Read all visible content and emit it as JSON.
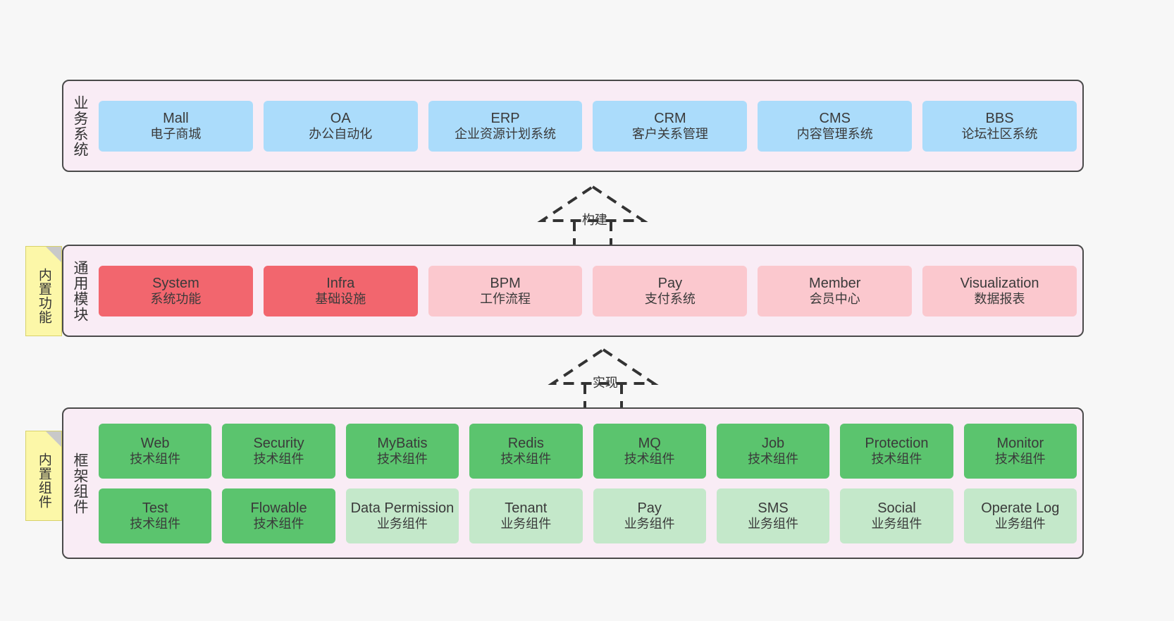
{
  "page": {
    "background_color": "#f7f7f7",
    "title": "系统架构图"
  },
  "palette": {
    "container_fill": "#f9ecf5",
    "container_border": "#4a4a4a",
    "blue": "#abdcfb",
    "coral": "#f2666e",
    "pink": "#fbc8ce",
    "green": "#5bc46e",
    "light_green": "#c4e8ca",
    "note_yellow": "#fcf7a8"
  },
  "layers": {
    "business": {
      "label": "业务系统",
      "cards": [
        {
          "title": "Mall",
          "sub": "电子商城",
          "color": "blue"
        },
        {
          "title": "OA",
          "sub": "办公自动化",
          "color": "blue"
        },
        {
          "title": "ERP",
          "sub": "企业资源计划系统",
          "color": "blue"
        },
        {
          "title": "CRM",
          "sub": "客户关系管理",
          "color": "blue"
        },
        {
          "title": "CMS",
          "sub": "内容管理系统",
          "color": "blue"
        },
        {
          "title": "BBS",
          "sub": "论坛社区系统",
          "color": "blue"
        }
      ]
    },
    "common": {
      "label": "通用模块",
      "note": "内置功能",
      "cards": [
        {
          "title": "System",
          "sub": "系统功能",
          "color": "coral"
        },
        {
          "title": "Infra",
          "sub": "基础设施",
          "color": "coral"
        },
        {
          "title": "BPM",
          "sub": "工作流程",
          "color": "pink"
        },
        {
          "title": "Pay",
          "sub": "支付系统",
          "color": "pink"
        },
        {
          "title": "Member",
          "sub": "会员中心",
          "color": "pink"
        },
        {
          "title": "Visualization",
          "sub": "数据报表",
          "color": "pink"
        }
      ]
    },
    "framework": {
      "label": "框架组件",
      "note": "内置组件",
      "row1": [
        {
          "title": "Web",
          "sub": "技术组件",
          "color": "green"
        },
        {
          "title": "Security",
          "sub": "技术组件",
          "color": "green"
        },
        {
          "title": "MyBatis",
          "sub": "技术组件",
          "color": "green"
        },
        {
          "title": "Redis",
          "sub": "技术组件",
          "color": "green"
        },
        {
          "title": "MQ",
          "sub": "技术组件",
          "color": "green"
        },
        {
          "title": "Job",
          "sub": "技术组件",
          "color": "green"
        },
        {
          "title": "Protection",
          "sub": "技术组件",
          "color": "green"
        },
        {
          "title": "Monitor",
          "sub": "技术组件",
          "color": "green"
        }
      ],
      "row2": [
        {
          "title": "Test",
          "sub": "技术组件",
          "color": "green"
        },
        {
          "title": "Flowable",
          "sub": "技术组件",
          "color": "green"
        },
        {
          "title": "Data Permission",
          "sub": "业务组件",
          "color": "light_green"
        },
        {
          "title": "Tenant",
          "sub": "业务组件",
          "color": "light_green"
        },
        {
          "title": "Pay",
          "sub": "业务组件",
          "color": "light_green"
        },
        {
          "title": "SMS",
          "sub": "业务组件",
          "color": "light_green"
        },
        {
          "title": "Social",
          "sub": "业务组件",
          "color": "light_green"
        },
        {
          "title": "Operate Log",
          "sub": "业务组件",
          "color": "light_green"
        }
      ]
    }
  },
  "connectors": [
    {
      "id": "build",
      "label": "构建",
      "from": "common",
      "to": "business",
      "style": "dashed-generalization"
    },
    {
      "id": "implement",
      "label": "实现",
      "from": "framework",
      "to": "common",
      "style": "dashed-generalization"
    }
  ]
}
